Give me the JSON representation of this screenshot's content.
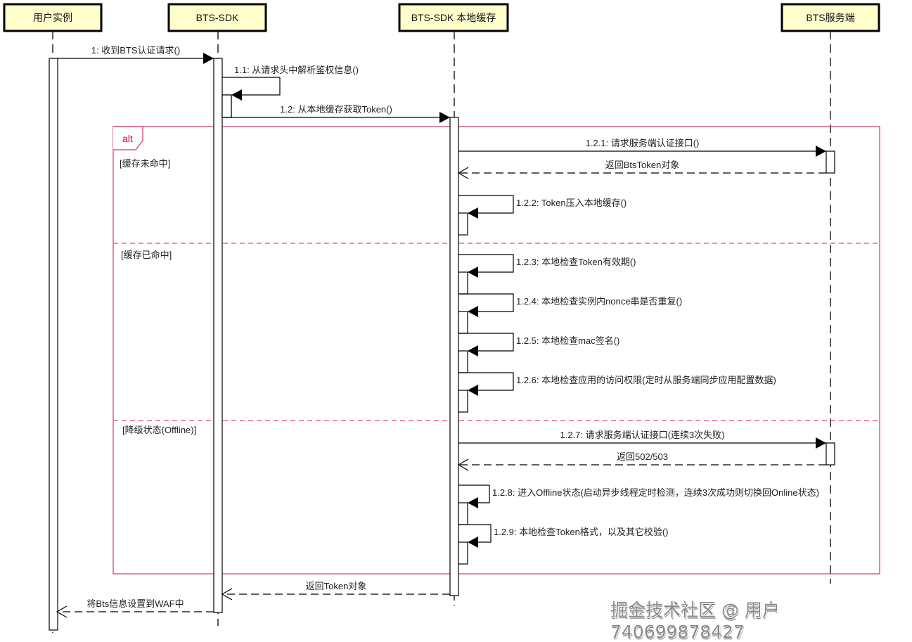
{
  "diagram": {
    "type": "uml-sequence",
    "colors": {
      "header_fill": "#ffffcc",
      "header_border": "#000000",
      "fragment_border": "#d6336c",
      "fragment_label": "#e0002a",
      "separator": "#e8457a",
      "line": "#000000"
    },
    "participants": [
      {
        "id": "user",
        "label": "用户实例"
      },
      {
        "id": "sdk",
        "label": "BTS-SDK"
      },
      {
        "id": "cache",
        "label": "BTS-SDK 本地缓存"
      },
      {
        "id": "server",
        "label": "BTS服务端"
      }
    ],
    "fragment": {
      "operator": "alt",
      "operands": [
        {
          "guard": "[缓存未命中]"
        },
        {
          "guard": "[缓存已命中]"
        },
        {
          "guard": "[降级状态(Offline)]"
        }
      ]
    },
    "messages": [
      {
        "id": "m1",
        "from": "user",
        "to": "sdk",
        "kind": "sync",
        "label": "1: 收到BTS认证请求()"
      },
      {
        "id": "m1_1",
        "from": "sdk",
        "to": "sdk",
        "kind": "self",
        "label": "1.1: 从请求头中解析鉴权信息()"
      },
      {
        "id": "m1_2",
        "from": "sdk",
        "to": "cache",
        "kind": "sync",
        "label": "1.2: 从本地缓存获取Token()"
      },
      {
        "id": "m1_2_1",
        "from": "cache",
        "to": "server",
        "kind": "sync",
        "label": "1.2.1: 请求服务端认证接口()",
        "operand": 0
      },
      {
        "id": "r1_2_1",
        "from": "server",
        "to": "cache",
        "kind": "reply",
        "label": "返回BtsToken对象",
        "operand": 0
      },
      {
        "id": "m1_2_2",
        "from": "cache",
        "to": "cache",
        "kind": "self",
        "label": "1.2.2: Token压入本地缓存()",
        "operand": 0
      },
      {
        "id": "m1_2_3",
        "from": "cache",
        "to": "cache",
        "kind": "self",
        "label": "1.2.3: 本地检查Token有效期()",
        "operand": 1
      },
      {
        "id": "m1_2_4",
        "from": "cache",
        "to": "cache",
        "kind": "self",
        "label": "1.2.4: 本地检查实例内nonce串是否重复()",
        "operand": 1
      },
      {
        "id": "m1_2_5",
        "from": "cache",
        "to": "cache",
        "kind": "self",
        "label": "1.2.5: 本地检查mac签名()",
        "operand": 1
      },
      {
        "id": "m1_2_6",
        "from": "cache",
        "to": "cache",
        "kind": "self",
        "label": "1.2.6: 本地检查应用的访问权限(定时从服务端同步应用配置数据)",
        "operand": 1
      },
      {
        "id": "m1_2_7",
        "from": "cache",
        "to": "server",
        "kind": "sync",
        "label": "1.2.7: 请求服务端认证接口(连续3次失败)",
        "operand": 2
      },
      {
        "id": "r1_2_7",
        "from": "server",
        "to": "cache",
        "kind": "reply",
        "label": "返回502/503",
        "operand": 2
      },
      {
        "id": "m1_2_8",
        "from": "cache",
        "to": "cache",
        "kind": "self",
        "label": "1.2.8: 进入Offline状态(启动异步线程定时检测，连续3次成功则切换回Online状态)",
        "operand": 2
      },
      {
        "id": "m1_2_9",
        "from": "cache",
        "to": "cache",
        "kind": "self",
        "label": "1.2.9: 本地检查Token格式，以及其它校验()",
        "operand": 2
      },
      {
        "id": "r1_2",
        "from": "cache",
        "to": "sdk",
        "kind": "reply",
        "label": "返回Token对象"
      },
      {
        "id": "r1",
        "from": "sdk",
        "to": "user",
        "kind": "reply",
        "label": "将Bts信息设置到WAF中"
      }
    ]
  },
  "watermark": "掘金技术社区 @ 用户740699878427"
}
